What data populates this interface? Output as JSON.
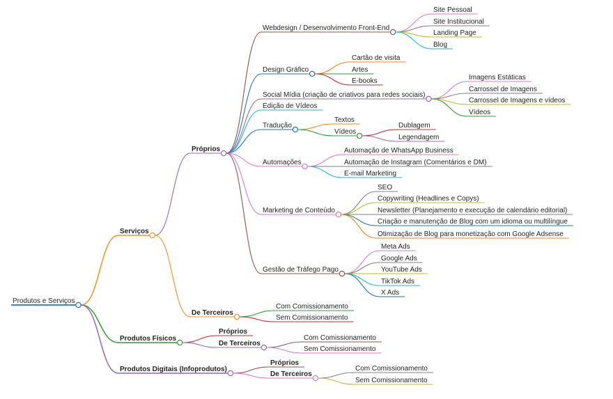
{
  "mindmap": {
    "nodes": [
      {
        "id": "root",
        "label": "Produtos e Serviços",
        "color": "#1f77b4"
      },
      {
        "id": "serv",
        "label": "Serviços",
        "parent": "root",
        "color": "#f5901d",
        "bold": true
      },
      {
        "id": "fis",
        "label": "Produtos Físicos",
        "parent": "root",
        "color": "#2ca02c",
        "bold": true
      },
      {
        "id": "dig",
        "label": "Produtos Digitais (Infoprodutos)",
        "parent": "root",
        "color": "#9467bd",
        "bold": true
      },
      {
        "id": "prop",
        "label": "Próprios",
        "parent": "serv",
        "color": "#9467bd",
        "bold": true
      },
      {
        "id": "terc",
        "label": "De Terceiros",
        "parent": "serv",
        "color": "#f5901d",
        "bold": true
      },
      {
        "id": "web",
        "label": "Webdesign / Desenvolvimento Front-End",
        "parent": "prop",
        "color": "#8c564b"
      },
      {
        "id": "site_p",
        "label": "Site Pessoal",
        "parent": "web",
        "color": "#e377c2"
      },
      {
        "id": "site_i",
        "label": "Site Institucional",
        "parent": "web",
        "color": "#7f7f7f"
      },
      {
        "id": "land",
        "label": "Landing Page",
        "parent": "web",
        "color": "#bcbd22"
      },
      {
        "id": "blog",
        "label": "Blog",
        "parent": "web",
        "color": "#17becf"
      },
      {
        "id": "dg",
        "label": "Design Gráfico",
        "parent": "prop",
        "color": "#1f77b4"
      },
      {
        "id": "cartao",
        "label": "Cartão de visita",
        "parent": "dg",
        "color": "#ff7f0e"
      },
      {
        "id": "artes",
        "label": "Artes",
        "parent": "dg",
        "color": "#2ca02c"
      },
      {
        "id": "ebooks",
        "label": "E-books",
        "parent": "dg",
        "color": "#d62728"
      },
      {
        "id": "sm",
        "label": "Social Mídia (criação de criativos para redes sociais)",
        "parent": "prop",
        "color": "#9467bd"
      },
      {
        "id": "img_e",
        "label": "Imagens Estáticas",
        "parent": "sm",
        "color": "#e377c2"
      },
      {
        "id": "car_i",
        "label": "Carrossel de Imagens",
        "parent": "sm",
        "color": "#7f7f7f"
      },
      {
        "id": "car_iv",
        "label": "Carrossel de Imagens e vídeos",
        "parent": "sm",
        "color": "#bcbd22"
      },
      {
        "id": "sm_vid",
        "label": "Vídeos",
        "parent": "sm",
        "color": "#2ca02c"
      },
      {
        "id": "edv",
        "label": "Edição de Vídeos",
        "parent": "prop",
        "color": "#17becf"
      },
      {
        "id": "trad",
        "label": "Tradução",
        "parent": "prop",
        "color": "#1f77b4"
      },
      {
        "id": "textos",
        "label": "Textos",
        "parent": "trad",
        "color": "#ff7f0e"
      },
      {
        "id": "t_vid",
        "label": "Vídeos",
        "parent": "trad",
        "color": "#2ca02c"
      },
      {
        "id": "dub",
        "label": "Dublagem",
        "parent": "t_vid",
        "color": "#d62728"
      },
      {
        "id": "leg",
        "label": "Legendagem",
        "parent": "t_vid",
        "color": "#9467bd"
      },
      {
        "id": "aut",
        "label": "Automações",
        "parent": "prop",
        "color": "#e377c2"
      },
      {
        "id": "a_wa",
        "label": "Automação de WhatsApp Business",
        "parent": "aut",
        "color": "#e377c2"
      },
      {
        "id": "a_ig",
        "label": "Automação de Instagram (Comentários e DM)",
        "parent": "aut",
        "color": "#7f7f7f"
      },
      {
        "id": "a_em",
        "label": "E-mail Marketing",
        "parent": "aut",
        "color": "#17becf"
      },
      {
        "id": "mc",
        "label": "Marketing de Conteúdo",
        "parent": "prop",
        "color": "#e377c2"
      },
      {
        "id": "seo",
        "label": "SEO",
        "parent": "mc",
        "color": "#7f7f7f"
      },
      {
        "id": "copy",
        "label": "Copywriting (Headlines e Copys)",
        "parent": "mc",
        "color": "#bcbd22"
      },
      {
        "id": "news",
        "label": "Newsletter (Planejamento e execução de calendário editorial)",
        "parent": "mc",
        "color": "#7f7f7f"
      },
      {
        "id": "blog_c",
        "label": "Criação e manutenção de Blog com um idioma ou multilíngue",
        "parent": "mc",
        "color": "#1f77b4"
      },
      {
        "id": "blog_o",
        "label": "Otimização de Blog para monetização com Google Adsense",
        "parent": "mc",
        "color": "#ff7f0e"
      },
      {
        "id": "gt",
        "label": "Gestão de Tráfego Pago",
        "parent": "prop",
        "color": "#8c564b"
      },
      {
        "id": "meta",
        "label": "Meta Ads",
        "parent": "gt",
        "color": "#e377c2"
      },
      {
        "id": "gads",
        "label": "Google Ads",
        "parent": "gt",
        "color": "#7f7f7f"
      },
      {
        "id": "yt",
        "label": "YouTube Ads",
        "parent": "gt",
        "color": "#bcbd22"
      },
      {
        "id": "tt",
        "label": "TikTok Ads",
        "parent": "gt",
        "color": "#17becf"
      },
      {
        "id": "xads",
        "label": "X Ads",
        "parent": "gt",
        "color": "#1f77b4"
      },
      {
        "id": "terc_c",
        "label": "Com Comissionamento",
        "parent": "terc",
        "color": "#2ca02c"
      },
      {
        "id": "terc_s",
        "label": "Sem Comissionamento",
        "parent": "terc",
        "color": "#d62728"
      },
      {
        "id": "fis_p",
        "label": "Próprios",
        "parent": "fis",
        "color": "#d62728",
        "bold": true
      },
      {
        "id": "fis_t",
        "label": "De Terceiros",
        "parent": "fis",
        "color": "#9467bd",
        "bold": true
      },
      {
        "id": "fis_tc",
        "label": "Com Comissionamento",
        "parent": "fis_t",
        "color": "#8c564b"
      },
      {
        "id": "fis_ts",
        "label": "Sem Comissionamento",
        "parent": "fis_t",
        "color": "#e377c2"
      },
      {
        "id": "dig_p",
        "label": "Próprios",
        "parent": "dig",
        "color": "#8c564b",
        "bold": true
      },
      {
        "id": "dig_t",
        "label": "De Terceiros",
        "parent": "dig",
        "color": "#e377c2",
        "bold": true
      },
      {
        "id": "dig_tc",
        "label": "Com Comissionamento",
        "parent": "dig_t",
        "color": "#7f7f7f"
      },
      {
        "id": "dig_ts",
        "label": "Sem Comissionamento",
        "parent": "dig_t",
        "color": "#bcbd22"
      }
    ]
  }
}
